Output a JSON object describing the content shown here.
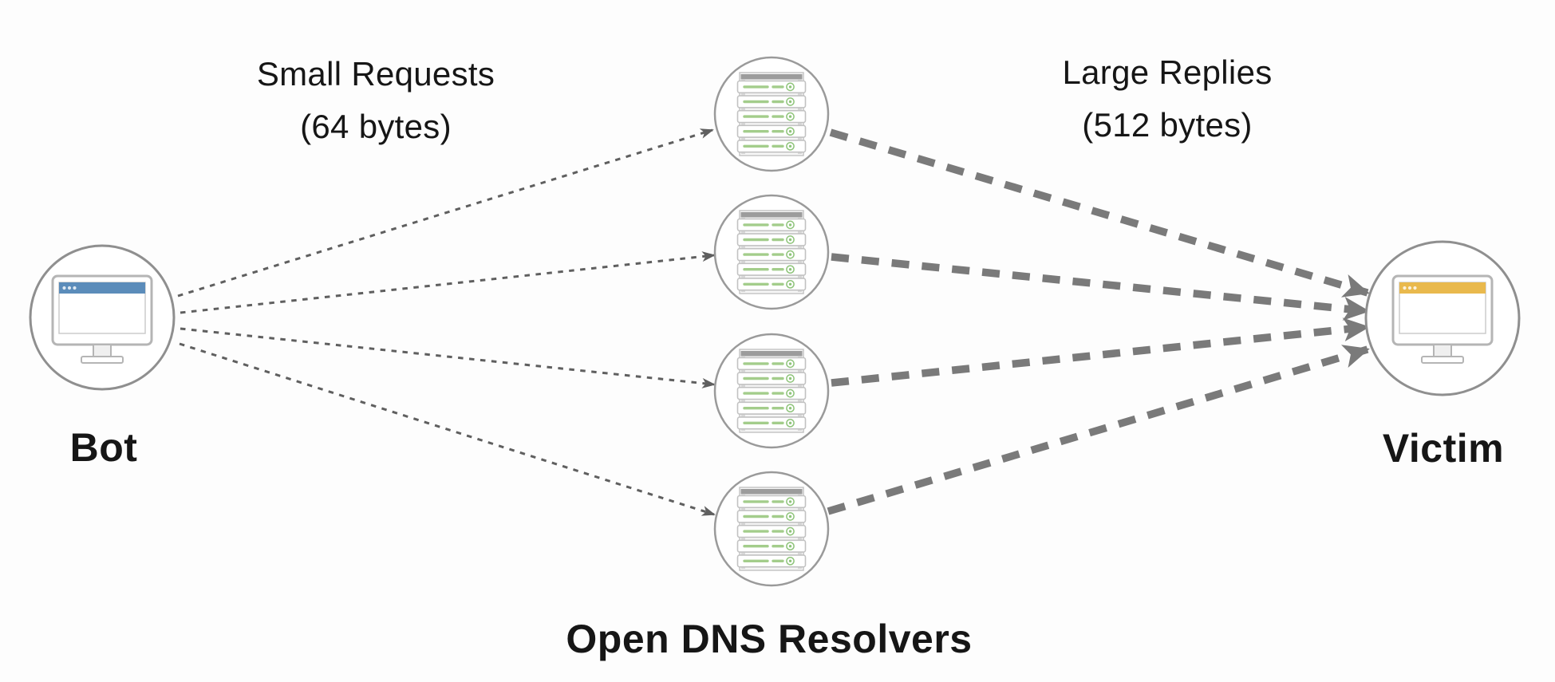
{
  "diagram": {
    "nodes": {
      "bot": {
        "label": "Bot",
        "icon": "computer-monitor-icon",
        "accent_color": "#5b8cba"
      },
      "resolvers": {
        "label": "Open DNS Resolvers",
        "icon": "server-rack-icon",
        "count": 4,
        "accent_color": "#9ccb84"
      },
      "victim": {
        "label": "Victim",
        "icon": "computer-monitor-icon",
        "accent_color": "#e9b94d"
      }
    },
    "edges": {
      "requests": {
        "from": "bot",
        "to": "resolvers",
        "style": "thin-dotted-arrow",
        "color": "#5f5f5f",
        "label_line1": "Small Requests",
        "label_line2": "(64 bytes)"
      },
      "replies": {
        "from": "resolvers",
        "to": "victim",
        "style": "thick-dashed-arrow",
        "color": "#7a7a7a",
        "label_line1": "Large Replies",
        "label_line2": "(512 bytes)"
      }
    },
    "colors": {
      "background": "#fdfdfd",
      "text": "#161616",
      "node_border": "#8f8f8f"
    }
  }
}
